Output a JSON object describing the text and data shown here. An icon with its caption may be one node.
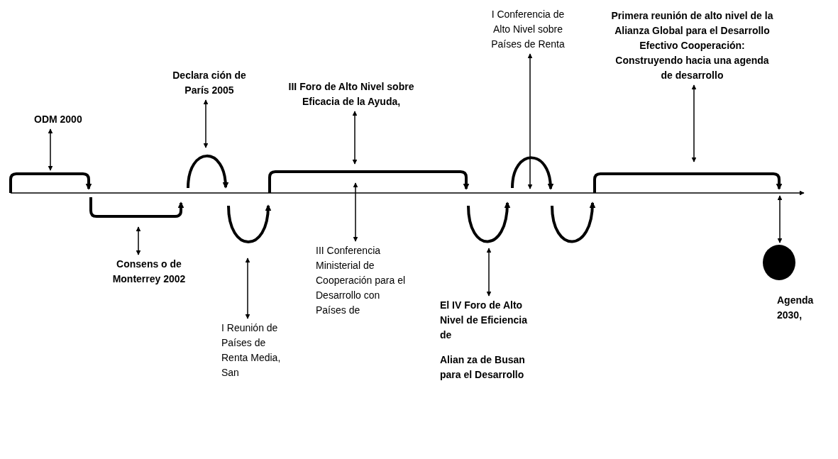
{
  "diagram": {
    "nodes": [
      {
        "text": [
          "ODM 2000"
        ]
      },
      {
        "text": [
          "Consens o de Monterrey 2002"
        ]
      },
      {
        "text": [
          "Declara ción de París 2005"
        ]
      },
      {
        "text": [
          "I Reunión de Países de Renta Media, San"
        ]
      },
      {
        "text": [
          "III Foro de Alto Nivel sobre Eficacia de la Ayuda,"
        ]
      },
      {
        "text": [
          "III Conferencia Ministerial de Cooperación para el Desarrollo con Países de"
        ]
      },
      {
        "text": [
          "El IV Foro de Alto Nivel de Eficiencia de",
          "Alian za de Busan para el Desarrollo"
        ]
      },
      {
        "text": [
          "I Conferencia de Alto Nivel sobre Países de Renta"
        ]
      },
      {
        "text": [
          "Primera reunión de alto nivel de la Alianza Global para el Desarrollo Efectivo Cooperación: Construyendo hacia una agenda de desarrollo"
        ]
      },
      {
        "text": [],
        "shape": "circle",
        "beside": [
          "Agenda 2030,"
        ]
      }
    ],
    "edges": [
      {
        "from": 0,
        "to": null,
        "arrow": "both"
      },
      {
        "from": 1,
        "to": null,
        "arrow": "both"
      },
      {
        "from": 2,
        "to": null,
        "arrow": "both"
      },
      {
        "from": 3,
        "to": null,
        "arrow": "both"
      },
      {
        "from": 4,
        "to": null,
        "arrow": "both"
      },
      {
        "from": 5,
        "to": null,
        "arrow": "both"
      },
      {
        "from": 6,
        "to": null,
        "arrow": "both"
      },
      {
        "from": 7,
        "to": null,
        "arrow": "both"
      },
      {
        "from": 8,
        "to": null,
        "arrow": "both"
      },
      {
        "from": null,
        "to": 9,
        "arrow": "both"
      }
    ]
  }
}
